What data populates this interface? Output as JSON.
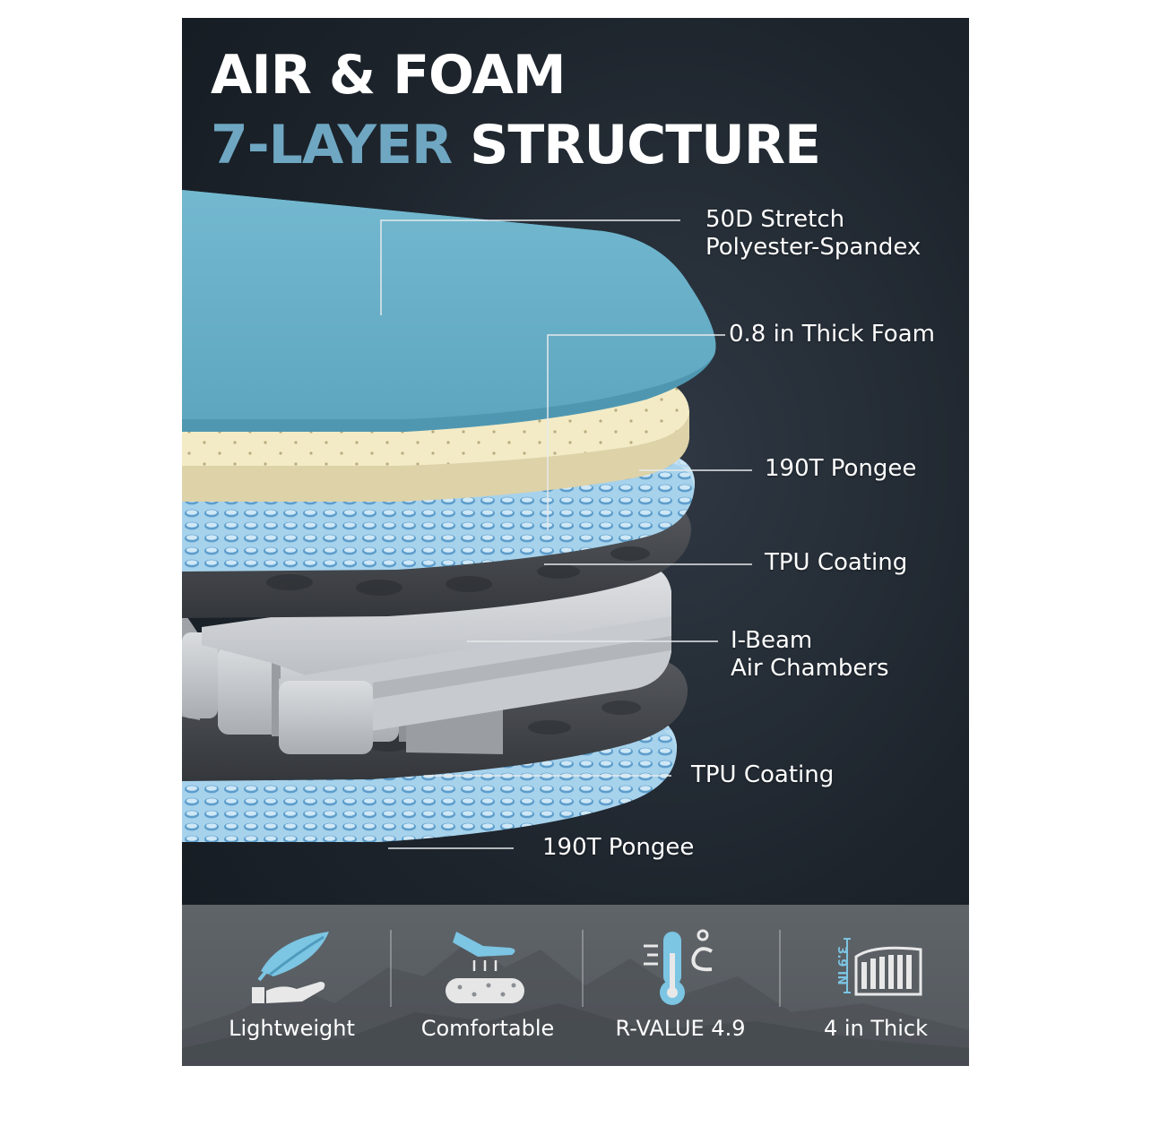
{
  "title": {
    "line1": "AIR & FOAM",
    "line2_accent": "7-LAYER",
    "line2_rest": " STRUCTURE"
  },
  "colors": {
    "background": "#1d242c",
    "accent": "#6fa7c2",
    "spandex_top": "#6db3cb",
    "foam": "#f1e9c3",
    "pongee": "#9ccbe7",
    "tpu": "#4a4d52",
    "air_chambers": "#c9ccd0",
    "footer": "#5a5f64"
  },
  "layers": [
    {
      "id": "spandex",
      "lines": [
        "50D Stretch",
        "Polyester-Spandex"
      ]
    },
    {
      "id": "foam",
      "lines": [
        "0.8 in Thick  Foam"
      ]
    },
    {
      "id": "pongee-top",
      "lines": [
        "190T Pongee"
      ]
    },
    {
      "id": "tpu-top",
      "lines": [
        "TPU Coating"
      ]
    },
    {
      "id": "i-beam",
      "lines": [
        "I-Beam",
        "Air Chambers"
      ]
    },
    {
      "id": "tpu-bottom",
      "lines": [
        "TPU Coating"
      ]
    },
    {
      "id": "pongee-bottom",
      "lines": [
        "190T Pongee"
      ]
    }
  ],
  "features": [
    {
      "label": "Lightweight",
      "icon": "feather-hand-icon"
    },
    {
      "label": "Comfortable",
      "icon": "hand-press-foam-icon"
    },
    {
      "label": "R-VALUE 4.9",
      "icon": "thermometer-icon"
    },
    {
      "label": "4 in Thick",
      "icon": "thickness-icon",
      "badge": "3.9 IN"
    }
  ]
}
